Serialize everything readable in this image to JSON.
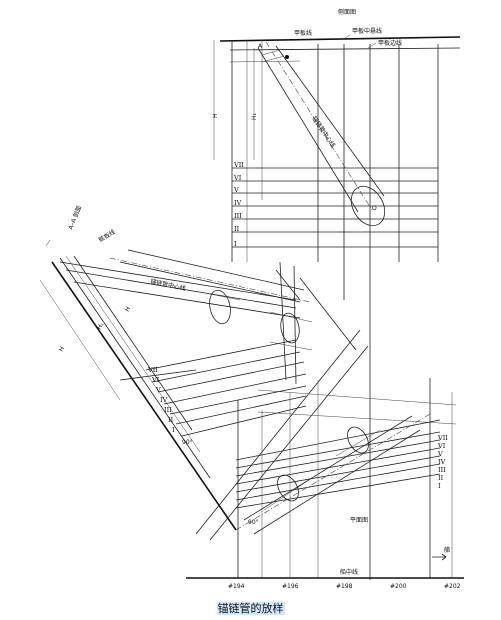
{
  "caption": "锚链管的放样",
  "side_view": {
    "title": "侧面图",
    "deck_line": "甲板线",
    "deck_centerline": "甲板中悬线",
    "deck_edge_line": "甲板边线",
    "pipe_center_line": "锚链管中心线",
    "height_h1": "H₁",
    "height_h": "H",
    "levels": [
      "VII",
      "VI",
      "V",
      "IV",
      "III",
      "II",
      "I"
    ],
    "point_o": "O",
    "point_a": "A"
  },
  "section_aa": {
    "title": "A–A 剖面",
    "board_line": "舷板线",
    "pipe_center_line": "锚链管中心线",
    "height_h1": "H₁",
    "height_h": "H",
    "levels": [
      "VII",
      "VI",
      "V",
      "IV",
      "III",
      "II",
      "I"
    ],
    "angle": "90°"
  },
  "plan_view": {
    "title": "平面图",
    "centerline": "船中线",
    "bow": "艏",
    "levels": [
      "VII",
      "VI",
      "V",
      "IV",
      "III",
      "II",
      "I"
    ],
    "angle": "90°"
  },
  "frame_stations": [
    "#194",
    "#196",
    "#198",
    "#200",
    "#202"
  ]
}
